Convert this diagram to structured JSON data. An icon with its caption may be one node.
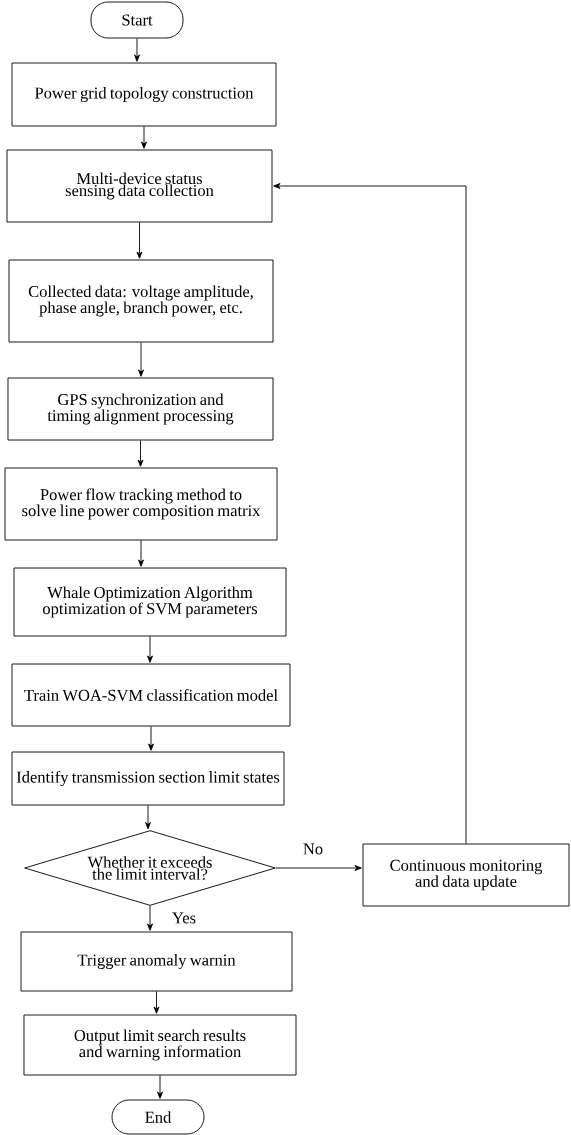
{
  "diagram": {
    "nodes": [
      {
        "text": [
          "Start"
        ]
      },
      {
        "text": [
          "Power grid topology construction"
        ]
      },
      {
        "text": [
          "Multi-device status sensing data collection"
        ]
      },
      {
        "text": [
          "Collected data: voltage amplitude, phase angle, branch power, etc."
        ]
      },
      {
        "text": [
          "GPS synchronization and timing alignment processing"
        ]
      },
      {
        "text": [
          "Power flow tracking method to solve line power composition matrix"
        ]
      },
      {
        "text": [
          "Whale Optimization Algorithm optimization of SVM parameters"
        ]
      },
      {
        "text": [
          "Train WOA-SVM classification model"
        ]
      },
      {
        "text": [
          "Identify transmission section limit states"
        ]
      },
      {
        "text": [
          "Whether it exceeds the limit interval?"
        ]
      },
      {
        "text": [
          "Continuous monitoring and data update"
        ]
      },
      {
        "text": [
          "Trigger anomaly warnin"
        ]
      },
      {
        "text": [
          "Output limit search results and warning information"
        ]
      },
      {
        "text": [
          "End"
        ]
      }
    ],
    "edges": [
      {
        "from": 0,
        "to": 1,
        "arrow": "to"
      },
      {
        "from": 1,
        "to": 2,
        "arrow": "to"
      },
      {
        "from": 2,
        "to": 3,
        "arrow": "to"
      },
      {
        "from": 3,
        "to": 4,
        "arrow": "to"
      },
      {
        "from": 4,
        "to": 5,
        "arrow": "to"
      },
      {
        "from": 5,
        "to": 6,
        "arrow": "to"
      },
      {
        "from": 6,
        "to": 7,
        "arrow": "to"
      },
      {
        "from": 7,
        "to": 8,
        "arrow": "to"
      },
      {
        "from": 8,
        "to": 9,
        "arrow": "to"
      },
      {
        "from": 9,
        "to": 10,
        "arrow": "to",
        "label": "No"
      },
      {
        "from": 9,
        "to": 11,
        "arrow": "to",
        "label": "Yes"
      },
      {
        "from": 10,
        "to": 2,
        "arrow": "to"
      },
      {
        "from": 11,
        "to": 12,
        "arrow": "to"
      },
      {
        "from": 12,
        "to": 13,
        "arrow": "to"
      }
    ]
  }
}
